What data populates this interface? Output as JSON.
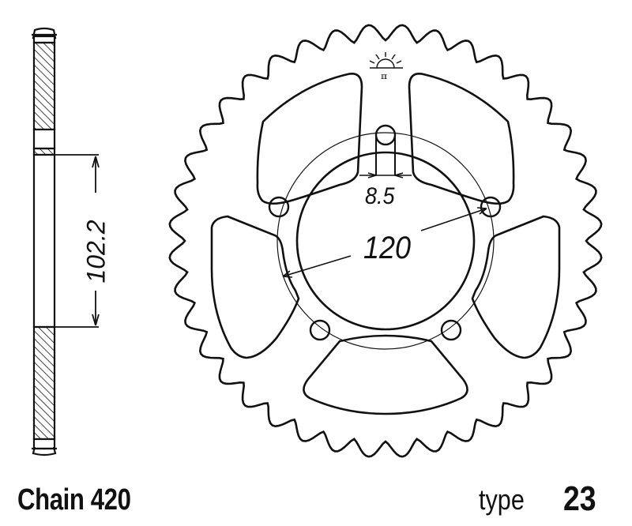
{
  "diagram": {
    "title": "Rear sprocket technical drawing",
    "chain_label": "Chain 420",
    "type_word": "type",
    "type_number": "23",
    "dimensions": {
      "bolt_hole_diameter": "8.5",
      "bolt_circle_diameter": "120",
      "center_bore": "102.2"
    },
    "teeth_count": 40,
    "bolt_holes": 5,
    "lightening_cutouts": 5,
    "logo": "sun-logo-icon",
    "colors": {
      "line": "#111111",
      "background": "#ffffff"
    }
  }
}
